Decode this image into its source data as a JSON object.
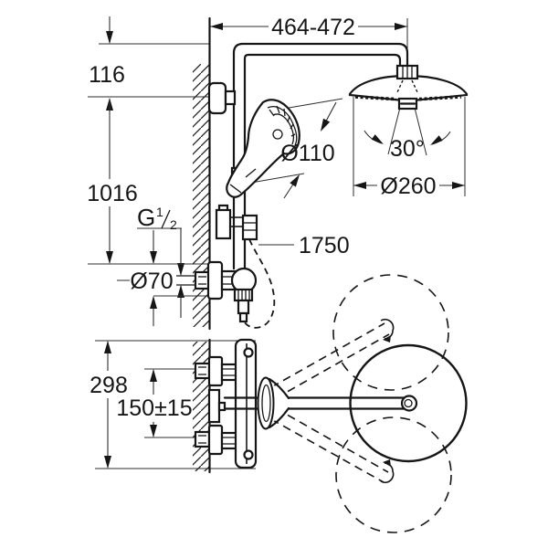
{
  "drawing": {
    "dims": {
      "width_range": "464-472",
      "wall_offset": "116",
      "riser_height": "1016",
      "thread_g": "G",
      "thread_numerator": "1",
      "thread_denominator": "2",
      "rosette_diameter": "Ø70",
      "hand_shower_diameter": "Ø110",
      "hose_length": "1750",
      "swivel_angle": "30°",
      "head_diameter": "Ø260",
      "valve_depth": "298",
      "connection_spacing": "150±15"
    }
  }
}
